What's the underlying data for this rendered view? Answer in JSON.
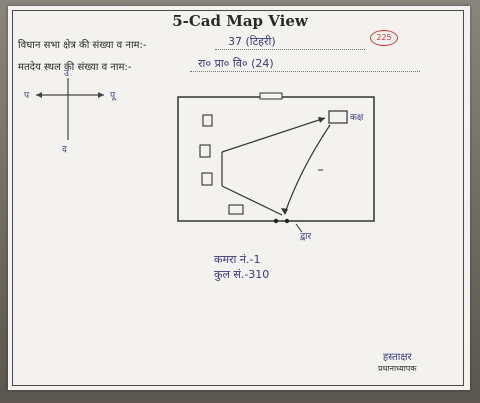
{
  "header": {
    "title": "5-Cad Map View"
  },
  "form": {
    "line1_label": "विधान सभा क्षेत्र की संख्या व नाम:-",
    "line1_value": "37 (टिहरी)",
    "line1_badge": "225",
    "line2_label": "मतदेय स्थल की संख्या व नाम:-",
    "line2_value": "रा० प्रा० वि० (24)"
  },
  "compass": {
    "north": "उ",
    "south": "द",
    "east": "पू",
    "west": "प"
  },
  "map": {
    "top_label": "",
    "room_label": "कक्ष",
    "entry_label": "द्वार"
  },
  "notes": {
    "line1": "कमरा नं.-1",
    "line2": "कुल सं.-310"
  },
  "signature": {
    "sign": "हस्ताक्षर",
    "designation": "प्रधानाध्यापक"
  }
}
